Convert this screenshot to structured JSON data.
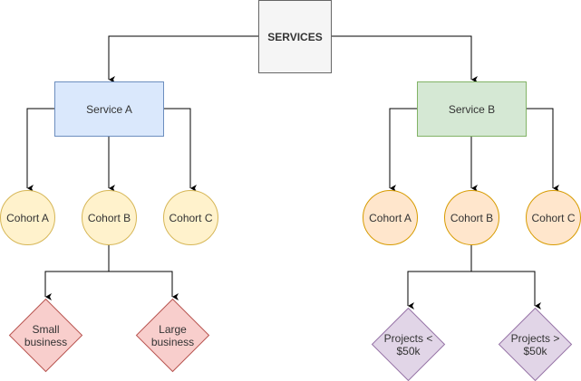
{
  "diagram": {
    "root": {
      "label": "SERVICES",
      "fill": "#f5f5f5",
      "stroke": "#666666"
    },
    "services": [
      {
        "label": "Service A",
        "fill": "#dae8fc",
        "stroke": "#6c8ebf",
        "cohorts": [
          {
            "label": "Cohort A"
          },
          {
            "label": "Cohort B"
          },
          {
            "label": "Cohort C"
          }
        ],
        "cohort_fill": "#fff2cc",
        "cohort_stroke": "#d6b656",
        "subnodes_parent": "Cohort B",
        "subnodes": [
          {
            "label_lines": [
              "Small",
              "business"
            ]
          },
          {
            "label_lines": [
              "Large",
              "business"
            ]
          }
        ],
        "subnode_fill": "#f8cecc",
        "subnode_stroke": "#b85450"
      },
      {
        "label": "Service B",
        "fill": "#d5e8d4",
        "stroke": "#82b366",
        "cohorts": [
          {
            "label": "Cohort A"
          },
          {
            "label": "Cohort B"
          },
          {
            "label": "Cohort C"
          }
        ],
        "cohort_fill": "#ffe6cc",
        "cohort_stroke": "#d79b00",
        "subnodes_parent": "Cohort B",
        "subnodes": [
          {
            "label_lines": [
              "Projects <",
              "$50k"
            ]
          },
          {
            "label_lines": [
              "Projects >",
              "$50k"
            ]
          }
        ],
        "subnode_fill": "#e1d5e7",
        "subnode_stroke": "#9673a6"
      }
    ]
  }
}
